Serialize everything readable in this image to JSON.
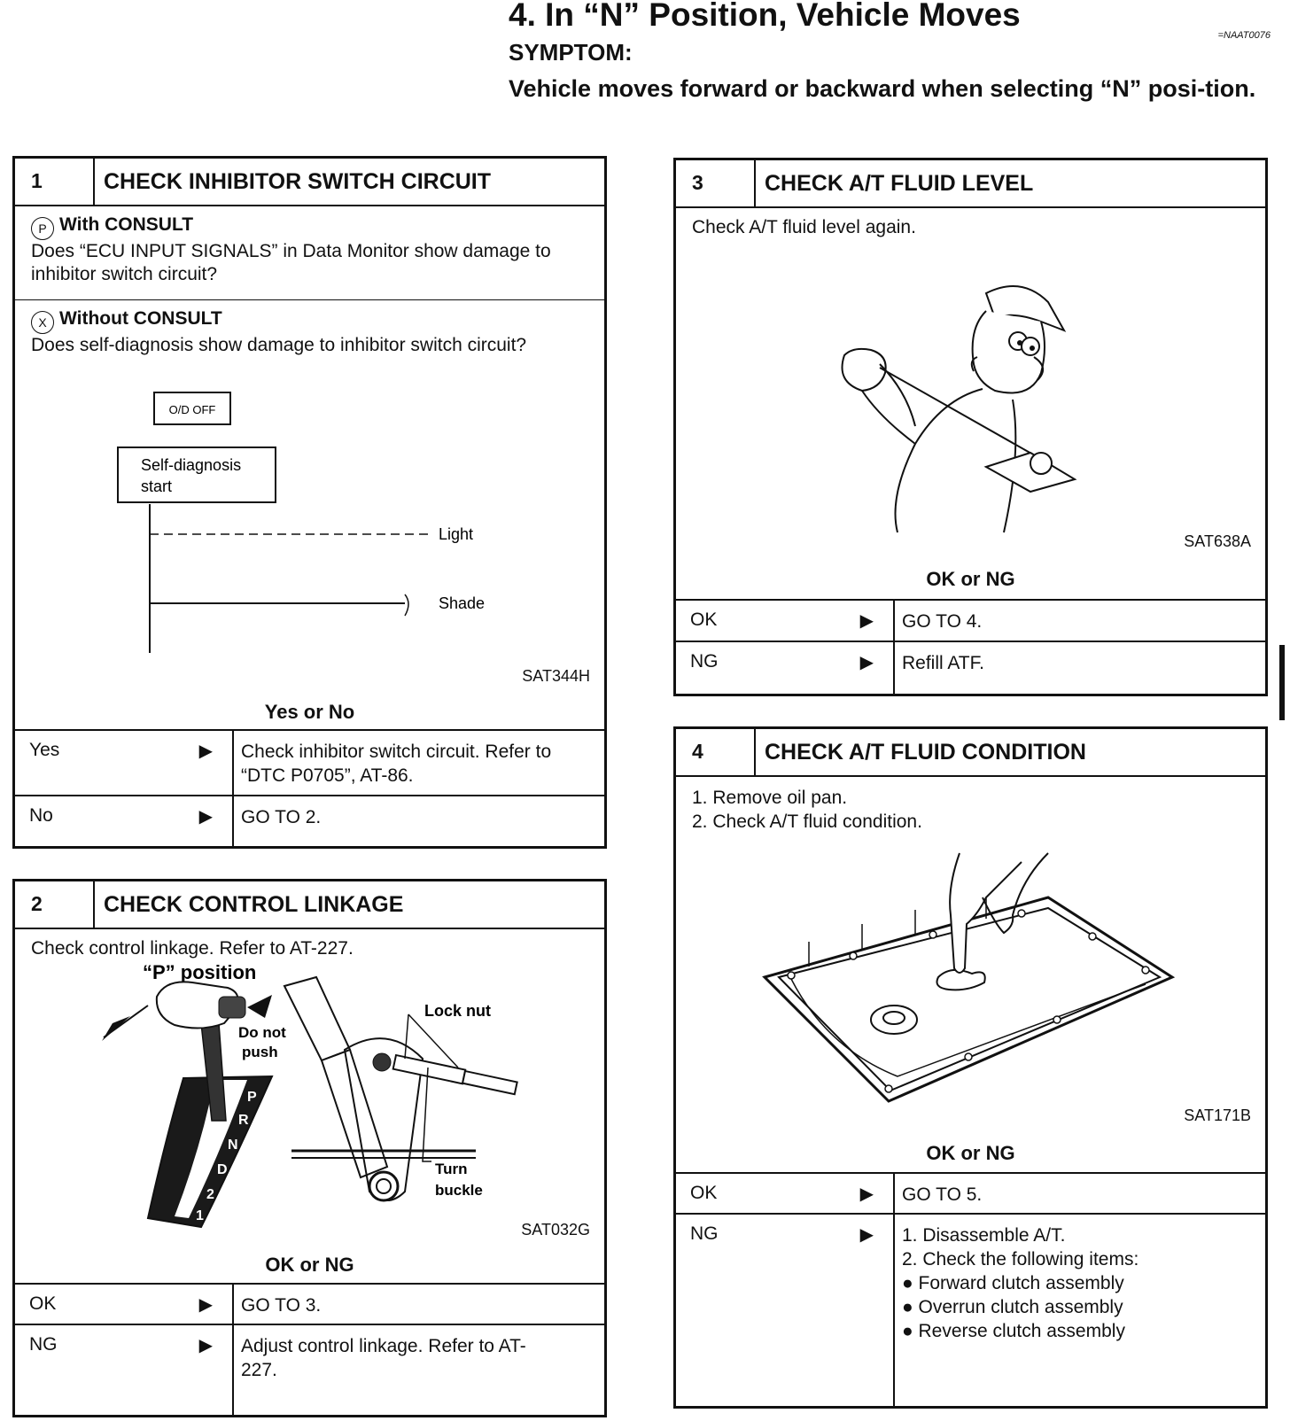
{
  "header": {
    "title": "4. In “N” Position, Vehicle Moves",
    "code": "=NAAT0076",
    "symptom_label": "SYMPTOM:",
    "symptom_text": "Vehicle moves forward or backward when selecting “N” posi-tion."
  },
  "box1": {
    "num": "1",
    "title": "CHECK INHIBITOR SWITCH CIRCUIT",
    "with_label": "With CONSULT",
    "with_text": "Does “ECU INPUT SIGNALS” in Data Monitor show damage to inhibitor switch circuit?",
    "without_label": "Without CONSULT",
    "without_text": "Does self-diagnosis show damage to inhibitor switch circuit?",
    "fig": {
      "od_off": "O/D OFF",
      "sd_line1": "Self-diagnosis",
      "sd_line2": "start",
      "light": "Light",
      "shade": "Shade",
      "code": "SAT344H"
    },
    "decision": "Yes or No",
    "rows": [
      {
        "key": "Yes",
        "value": "Check inhibitor switch circuit. Refer to “DTC P0705”, AT-86."
      },
      {
        "key": "No",
        "value": "GO TO 2."
      }
    ]
  },
  "box2": {
    "num": "2",
    "title": "CHECK CONTROL LINKAGE",
    "text": "Check control linkage. Refer to AT-227.",
    "fig": {
      "title": "“P” position",
      "do_not_push_1": "Do not",
      "do_not_push_2": "push",
      "lock_nut": "Lock nut",
      "turn_1": "Turn",
      "turn_2": "buckle",
      "gears": [
        "P",
        "R",
        "N",
        "D",
        "2",
        "1"
      ],
      "code": "SAT032G"
    },
    "decision": "OK or NG",
    "rows": [
      {
        "key": "OK",
        "value": "GO TO 3."
      },
      {
        "key": "NG",
        "value": "Adjust control linkage. Refer to AT-227."
      }
    ]
  },
  "box3": {
    "num": "3",
    "title": "CHECK A/T FLUID LEVEL",
    "text": "Check A/T fluid level again.",
    "fig_code": "SAT638A",
    "decision": "OK or NG",
    "rows": [
      {
        "key": "OK",
        "value": "GO TO 4."
      },
      {
        "key": "NG",
        "value": "Refill ATF."
      }
    ]
  },
  "box4": {
    "num": "4",
    "title": "CHECK A/T FLUID CONDITION",
    "steps": [
      "1. Remove oil pan.",
      "2. Check A/T fluid condition."
    ],
    "fig_code": "SAT171B",
    "decision": "OK or NG",
    "rows": [
      {
        "key": "OK",
        "lines": [
          "GO TO 5."
        ]
      },
      {
        "key": "NG",
        "lines": [
          "1. Disassemble A/T.",
          "2. Check the following items:",
          "● Forward clutch assembly",
          "● Overrun clutch assembly",
          "● Reverse clutch assembly"
        ]
      }
    ]
  },
  "arrow_glyph": "▶",
  "icons": {
    "with_consult": "P",
    "without_consult": "X"
  }
}
